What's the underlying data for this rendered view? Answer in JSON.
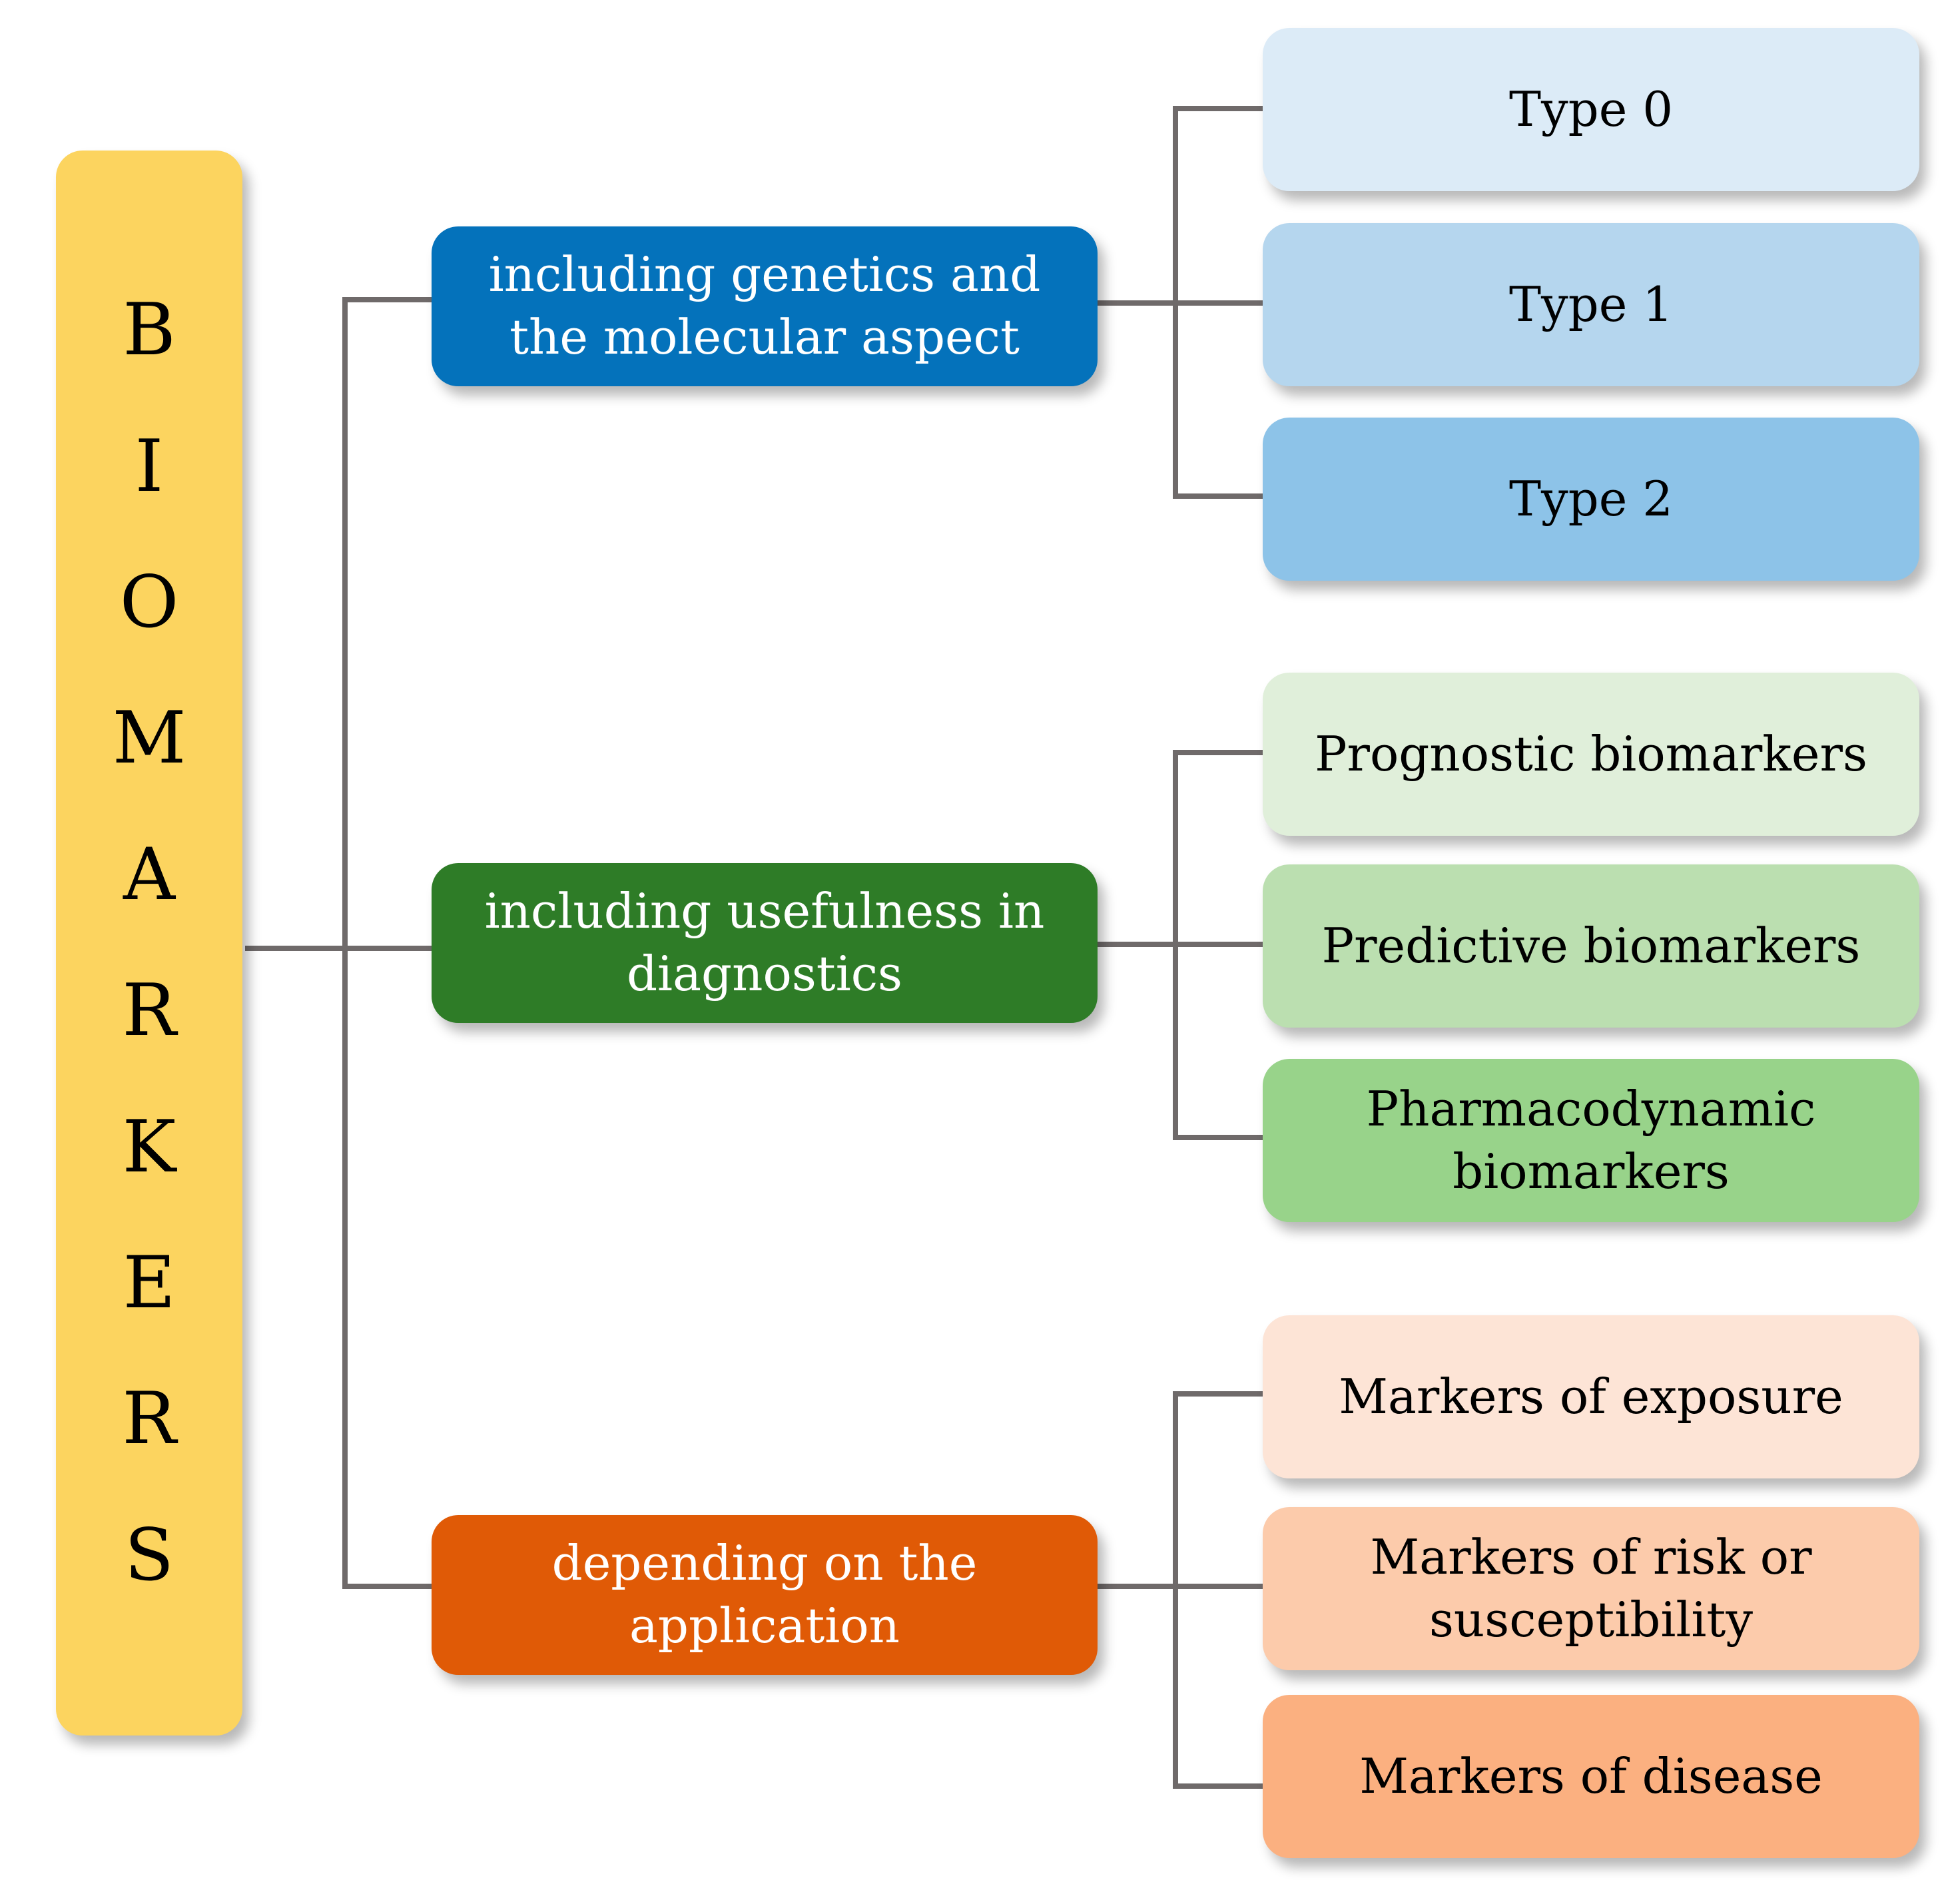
{
  "root": {
    "label": "BIOMARKERS",
    "letters": [
      "B",
      "I",
      "O",
      "M",
      "A",
      "R",
      "K",
      "E",
      "R",
      "S"
    ],
    "color": "#fcd45f"
  },
  "categories": [
    {
      "label": "including genetics and the molecular aspect",
      "color": "#0472bb",
      "children": [
        {
          "label": "Type 0",
          "color": "#dcebf7"
        },
        {
          "label": "Type 1",
          "color": "#b5d6ee"
        },
        {
          "label": "Type 2",
          "color": "#8dc3e8"
        }
      ]
    },
    {
      "label": "including usefulness in diagnostics",
      "color": "#2e7c27",
      "children": [
        {
          "label": "Prognostic biomarkers",
          "color": "#e0efda"
        },
        {
          "label": "Predictive biomarkers",
          "color": "#bbdfb0"
        },
        {
          "label": "Pharmacodynamic biomarkers",
          "color": "#98d38a"
        }
      ]
    },
    {
      "label": "depending on the application",
      "color": "#e05a06",
      "children": [
        {
          "label": "Markers of exposure",
          "color": "#fde4d6"
        },
        {
          "label": "Markers of risk or susceptibility",
          "color": "#fccbab"
        },
        {
          "label": "Markers of disease",
          "color": "#fbb080"
        }
      ]
    }
  ],
  "connector_color": "#6f6a6a"
}
